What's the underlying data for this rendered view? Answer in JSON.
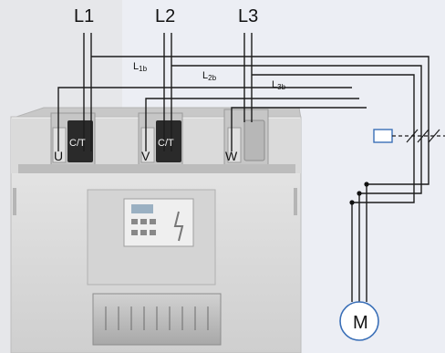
{
  "diagram": {
    "phase_labels": [
      "L1",
      "L2",
      "L3"
    ],
    "bypass_labels": [
      {
        "main": "L",
        "sub": "1b"
      },
      {
        "main": "L",
        "sub": "2b"
      },
      {
        "main": "L",
        "sub": "3b"
      }
    ],
    "output_terminals": [
      "U",
      "V",
      "W"
    ],
    "ct_labels": [
      "C/T",
      "C/T"
    ],
    "motor_label": "M",
    "colors": {
      "background": "#eceef4",
      "panel_left": "#e6e7ea",
      "device_body": "#d9d9d9",
      "wire": "#1c1c1c",
      "contactor_coil": "#3a6fb7"
    }
  }
}
